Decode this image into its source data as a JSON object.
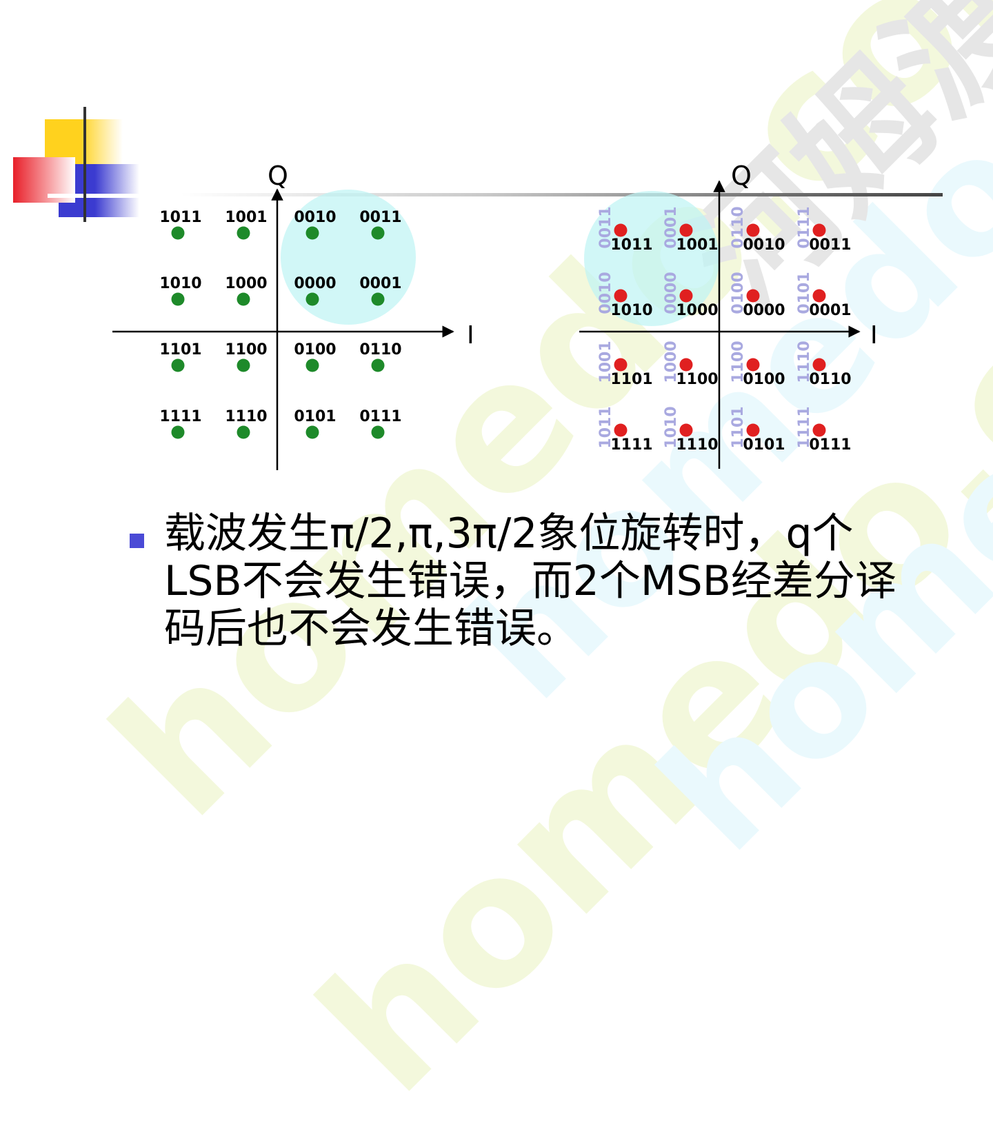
{
  "left_plot": {
    "axis_q": "Q",
    "axis_i": "I",
    "colors": {
      "point": "#1e8a2a",
      "highlight": "#bdf4f4"
    },
    "rows": [
      [
        "1011",
        "1001",
        "0010",
        "0011"
      ],
      [
        "1010",
        "1000",
        "0000",
        "0001"
      ],
      [
        "1101",
        "1100",
        "0100",
        "0110"
      ],
      [
        "1111",
        "1110",
        "0101",
        "0111"
      ]
    ]
  },
  "right_plot": {
    "axis_q": "Q",
    "axis_i": "I",
    "colors": {
      "point": "#e02020",
      "rotated_label": "#a9a9e0",
      "highlight": "#bdf4f4"
    },
    "rows": [
      [
        "1011",
        "1001",
        "0010",
        "0011"
      ],
      [
        "1010",
        "1000",
        "0000",
        "0001"
      ],
      [
        "1101",
        "1100",
        "0100",
        "0110"
      ],
      [
        "1111",
        "1110",
        "0101",
        "0111"
      ]
    ],
    "rotated_rows": [
      [
        "0011",
        "0001",
        "0110",
        "0111"
      ],
      [
        "0010",
        "0000",
        "0100",
        "0101"
      ],
      [
        "1001",
        "1000",
        "1100",
        "1110"
      ],
      [
        "1011",
        "1010",
        "1101",
        "1111"
      ]
    ]
  },
  "watermark": {
    "latin": "homedo.com",
    "chinese": "河姆渡"
  },
  "bullet": {
    "lines": [
      "载波发生π/2,π,3π/2象位旋转时，q个",
      "LSB不会发生错误，而2个MSB经差分译",
      "码后也不会发生错误。"
    ],
    "marker_color": "#4a4ad6"
  }
}
